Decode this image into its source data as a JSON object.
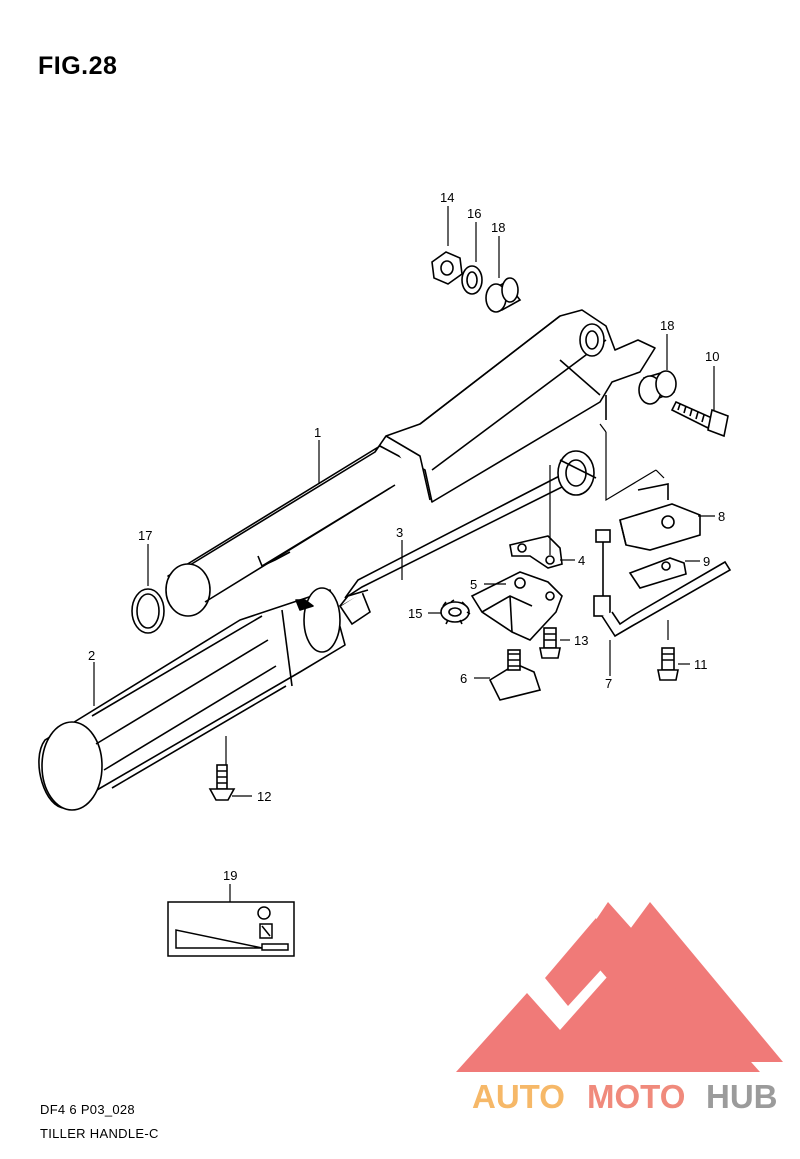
{
  "figure": {
    "title": "FIG.28"
  },
  "footer": {
    "code": "DF4 6 P03_028",
    "name": "TILLER HANDLE-C"
  },
  "callouts": [
    "1",
    "2",
    "3",
    "4",
    "5",
    "6",
    "7",
    "8",
    "9",
    "10",
    "11",
    "12",
    "13",
    "14",
    "15",
    "16",
    "17",
    "18",
    "18",
    "19"
  ],
  "watermark": {
    "brand_part1": "AUTO",
    "brand_part2": "MOTO",
    "brand_part3": "HUB",
    "colors": {
      "triangle": "#f07a78",
      "auto": "#f6b868",
      "moto": "#f08a7c",
      "hub": "#9b9b9b"
    }
  },
  "line_color": "#000000"
}
